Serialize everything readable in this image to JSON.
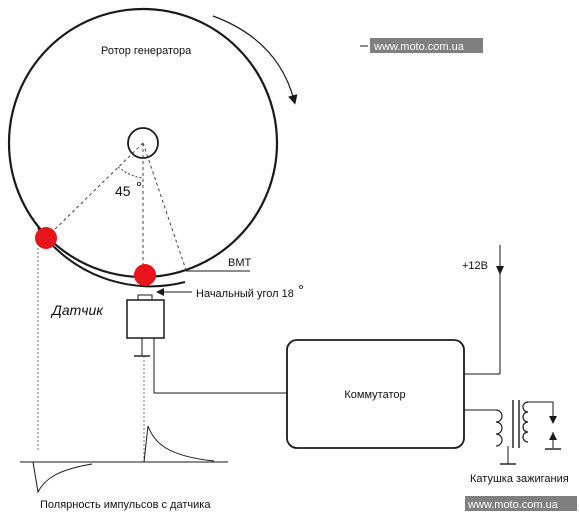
{
  "labels": {
    "rotor_title": "Ротор генератора",
    "angle_label": "45",
    "bmt_label": "BMT",
    "initial_angle_label": "Начальный угол 18",
    "sensor_label": "Датчик",
    "commutator_label": "Коммутатор",
    "supply_label": "+12В",
    "coil_label": "Катушка зажигания",
    "polarity_label": "Полярность импульсов с датчика"
  },
  "watermarks": {
    "top": "www.moto.com.ua",
    "bottom": "www.moto.com.ua"
  },
  "colors": {
    "line": "#1a1a1a",
    "marker": "#e8141c",
    "dashed": "#444444",
    "watermark_bg": "#7f7f7f"
  }
}
